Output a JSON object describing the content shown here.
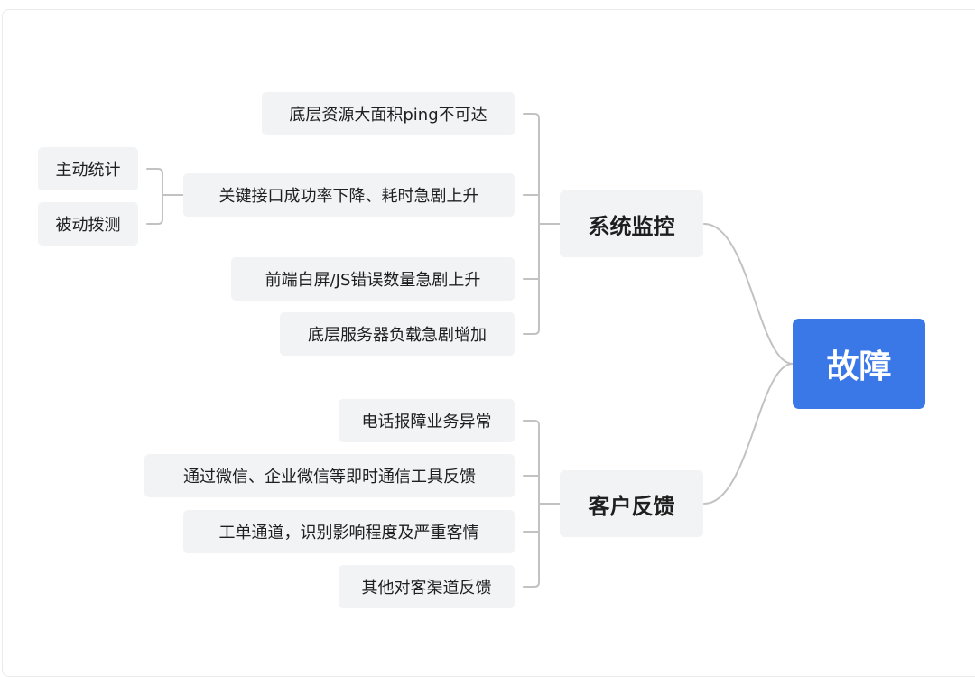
{
  "diagram": {
    "root": {
      "label": "故障",
      "color": "#3b78e7"
    },
    "branches": [
      {
        "label": "系统监控",
        "items": [
          {
            "label": "底层资源大面积ping不可达"
          },
          {
            "label": "关键接口成功率下降、耗时急剧上升",
            "children": [
              {
                "label": "主动统计"
              },
              {
                "label": "被动拨测"
              }
            ]
          },
          {
            "label": "前端白屏/JS错误数量急剧上升"
          },
          {
            "label": "底层服务器负载急剧增加"
          }
        ]
      },
      {
        "label": "客户反馈",
        "items": [
          {
            "label": "电话报障业务异常"
          },
          {
            "label": "通过微信、企业微信等即时通信工具反馈"
          },
          {
            "label": "工单通道，识别影响程度及严重客情"
          },
          {
            "label": "其他对客渠道反馈"
          }
        ]
      }
    ]
  }
}
